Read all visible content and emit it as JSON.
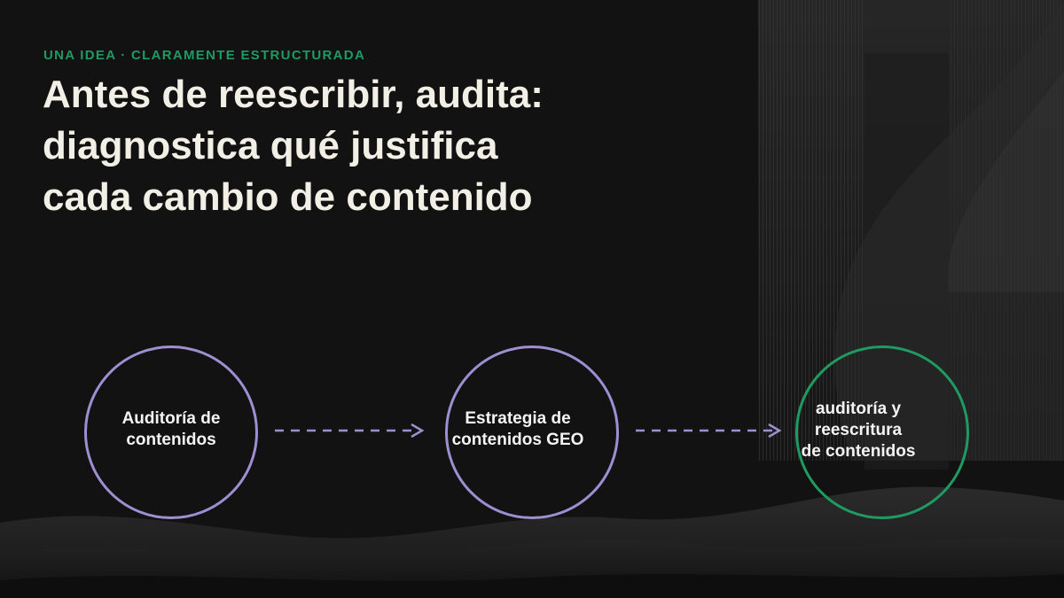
{
  "eyebrow": "UNA IDEA · CLARAMENTE ESTRUCTURADA",
  "headline": {
    "line1": "Antes de reescribir, audita:",
    "line2": "diagnostica qué justifica",
    "line3": "cada cambio de contenido"
  },
  "flow": {
    "nodes": [
      {
        "lines": [
          "Auditoría de",
          "contenidos"
        ],
        "color": "#9f8fd2"
      },
      {
        "lines": [
          "Estrategia de",
          "contenidos GEO"
        ],
        "color": "#9f8fd2"
      },
      {
        "lines": [
          "auditoría y",
          "reescritura",
          "de contenidos"
        ],
        "color": "#1f9a63"
      }
    ],
    "arrow_color": "#9f8fd2"
  }
}
